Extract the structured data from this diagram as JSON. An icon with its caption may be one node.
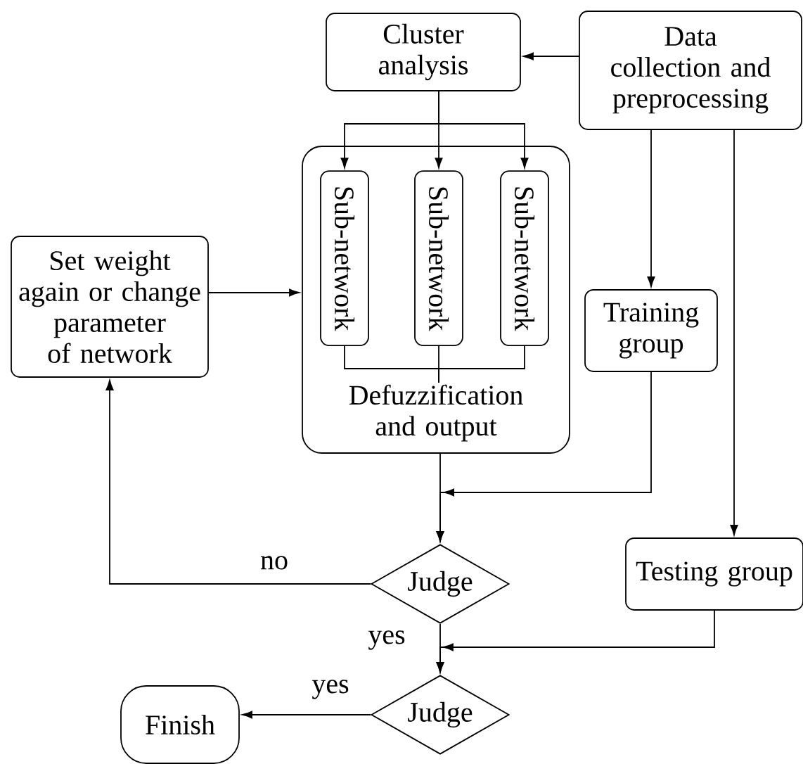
{
  "diagram": {
    "nodes": [
      {
        "text": [
          "Cluster analysis"
        ]
      },
      {
        "text": [
          "Data collection and preprocessing"
        ]
      },
      {
        "text": [
          "Set weight again or change parameter of network"
        ]
      },
      {
        "text": [],
        "shape": "box"
      },
      {
        "text": [
          "Sub-network"
        ],
        "in": 3
      },
      {
        "text": [
          "Sub-network"
        ],
        "in": 3
      },
      {
        "text": [
          "Sub-network"
        ],
        "in": 3
      },
      {
        "text": [
          "Defuzzification and output"
        ],
        "in": 3
      },
      {
        "text": [
          "Training group"
        ]
      },
      {
        "text": [
          "Judge"
        ]
      },
      {
        "text": [
          "Testing group"
        ]
      },
      {
        "text": [
          "Judge"
        ]
      },
      {
        "text": [
          "Finish"
        ]
      }
    ],
    "edges": [
      {
        "from": 1,
        "to": 0,
        "arrow": "to"
      },
      {
        "from": 0,
        "to": 4,
        "arrow": "to"
      },
      {
        "from": 0,
        "to": 5,
        "arrow": "to"
      },
      {
        "from": 0,
        "to": 6,
        "arrow": "to"
      },
      {
        "from": 4,
        "to": 7,
        "arrow": "none"
      },
      {
        "from": 5,
        "to": 7,
        "arrow": "none"
      },
      {
        "from": 6,
        "to": 7,
        "arrow": "none"
      },
      {
        "from": 1,
        "to": 8,
        "arrow": "to"
      },
      {
        "from": 1,
        "to": 10,
        "arrow": "to"
      },
      {
        "from": 3,
        "to": 9,
        "arrow": "to"
      },
      {
        "from": 8,
        "to": 9,
        "arrow": "to"
      },
      {
        "from": 9,
        "to": 2,
        "label": "no",
        "arrow": "to"
      },
      {
        "from": 2,
        "to": 3,
        "arrow": "to"
      },
      {
        "from": 9,
        "to": 11,
        "label": "yes",
        "arrow": "to"
      },
      {
        "from": 10,
        "to": 11,
        "arrow": "to"
      },
      {
        "from": 11,
        "to": 12,
        "label": "yes",
        "arrow": "to"
      }
    ]
  }
}
